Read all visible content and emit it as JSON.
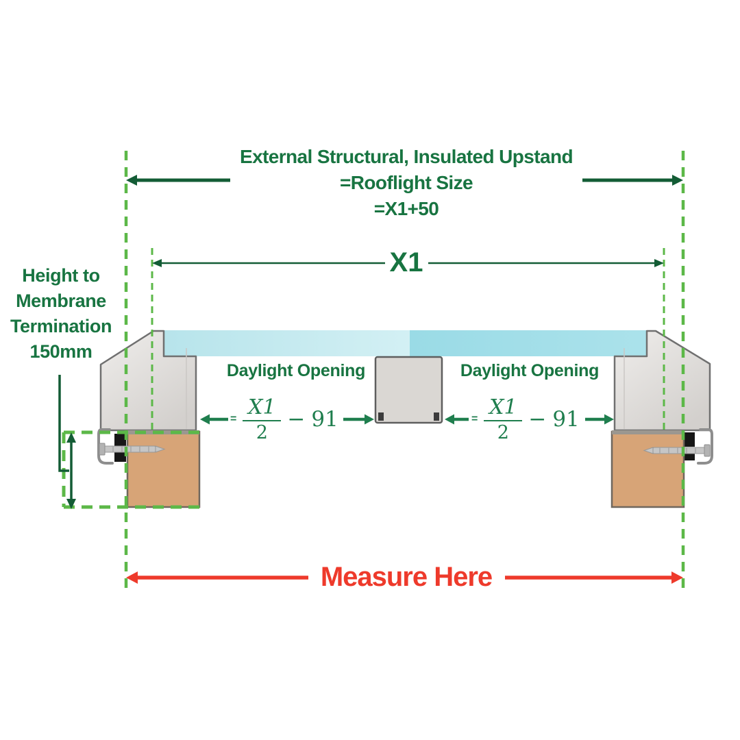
{
  "colors": {
    "text-green": "#187441",
    "arrow-green": "#135c35",
    "formula-green": "#1f7e4e",
    "dash-green": "#5cb848",
    "red": "#ee3a2b",
    "glass-left-a": "#b7e4eb",
    "glass-left-b": "#d3f0f4",
    "glass-right-a": "#9adbe6",
    "glass-right-b": "#abe2eb",
    "frame-a": "#efedeb",
    "frame-b": "#d3d0cd",
    "frame-stroke": "#707070",
    "mullion-fill": "#dad7d3",
    "mullion-stroke": "#5e5e5e",
    "upstand-fill": "#d7a477",
    "upstand-stroke": "#6f675e",
    "upstand-top": "#9b9790",
    "detail-black": "#161616",
    "screw-fill": "#c6c6c6",
    "screw-stroke": "#979797",
    "hook-grey": "#8e8e8e"
  },
  "top_annotation": {
    "line1": "External Structural, Insulated Upstand",
    "line2": "=Rooflight Size",
    "line3": "=X1+50"
  },
  "x1_dimension": {
    "label": "X1"
  },
  "height_annotation": {
    "line1": "Height to",
    "line2": "Membrane",
    "line3": "Termination",
    "line4": "150mm"
  },
  "daylight_left": {
    "label": "Daylight Opening",
    "formula": {
      "equals": "=",
      "numerator": "X1",
      "denominator": "2",
      "operator": "−",
      "subtrahend": "91"
    }
  },
  "daylight_right": {
    "label": "Daylight Opening",
    "formula": {
      "equals": "=",
      "numerator": "X1",
      "denominator": "2",
      "operator": "−",
      "subtrahend": "91"
    }
  },
  "measure_annotation": {
    "label": "Measure Here"
  }
}
